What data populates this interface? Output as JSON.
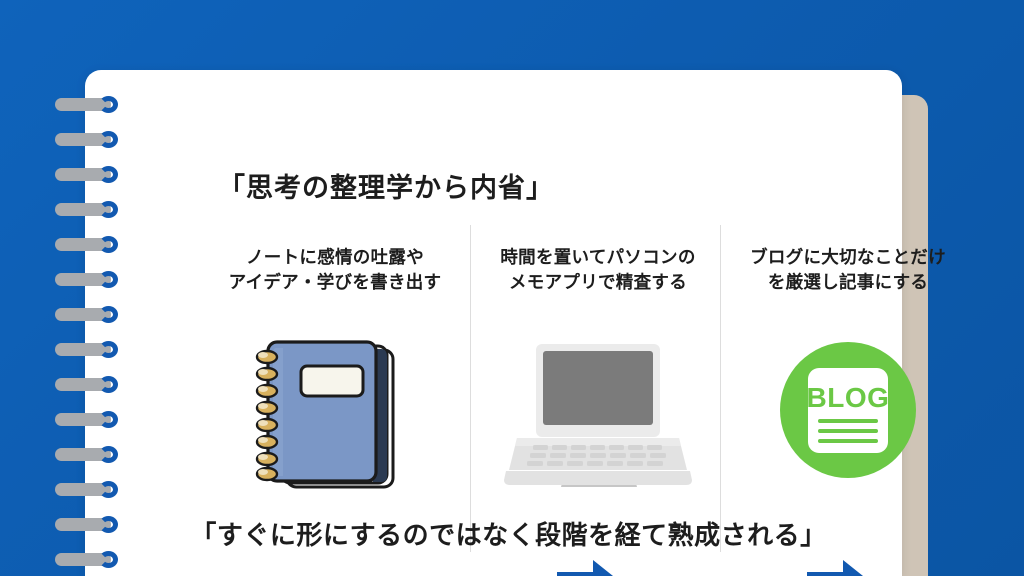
{
  "theme": {
    "background_blue": "#0d5cb0",
    "paper_white": "#ffffff",
    "backing_beige": "#cfc4b6",
    "ring_grey": "#a8abaf",
    "ring_blue": "#1259b0",
    "arrow_blue": "#1259b0",
    "blog_green": "#6bc845",
    "divider_grey": "#dddddd",
    "text_dark": "#1d1d1d"
  },
  "headline": "「思考の整理学から内省」",
  "steps": [
    {
      "id": "step-notebook",
      "caption_line1": "ノートに感情の吐露や",
      "caption_line2": "アイデア・学びを書き出す",
      "icon": "spiral-notebook-icon"
    },
    {
      "id": "step-laptop",
      "caption_line1": "時間を置いてパソコンの",
      "caption_line2": "メモアプリで精査する",
      "icon": "laptop-icon"
    },
    {
      "id": "step-blog",
      "caption_line1": "ブログに大切なことだけ",
      "caption_line2": "を厳選し記事にする",
      "icon": "blog-document-icon",
      "badge_text": "BLOG"
    }
  ],
  "arrows": [
    {
      "id": "arrow-1",
      "direction": "right"
    },
    {
      "id": "arrow-2",
      "direction": "right"
    }
  ],
  "footer_caption": "「すぐに形にするのではなく段階を経て熟成される」",
  "spiral": {
    "ring_count": 14
  }
}
